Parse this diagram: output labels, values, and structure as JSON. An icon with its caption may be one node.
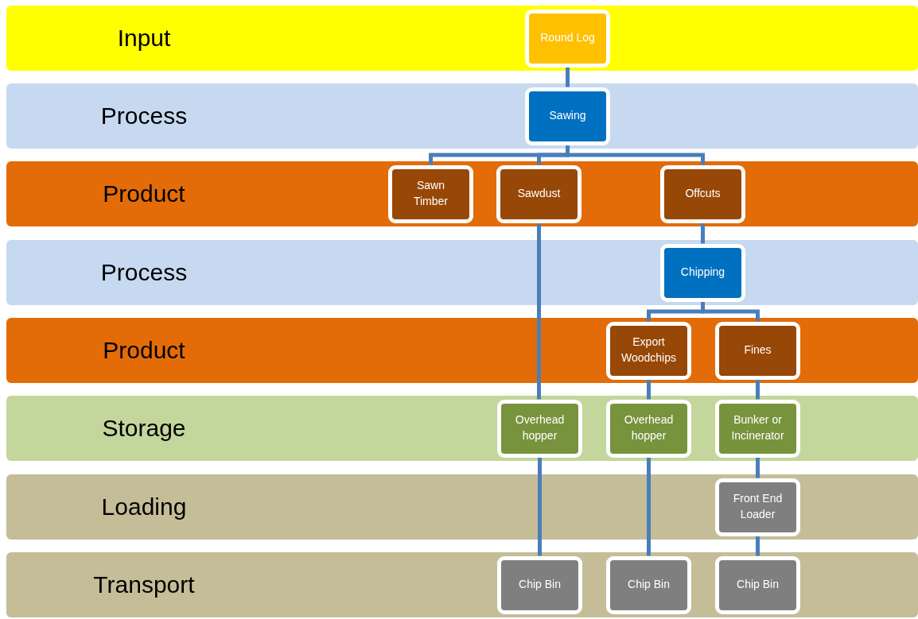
{
  "diagram": {
    "nodes": [
      {
        "text": [
          "Input"
        ]
      },
      {
        "text": [
          "Round Log"
        ],
        "in": 0
      },
      {
        "text": [
          "Process"
        ]
      },
      {
        "text": [
          "Sawing"
        ],
        "in": 2
      },
      {
        "text": [
          "Product"
        ]
      },
      {
        "text": [
          "Sawn Timber"
        ],
        "in": 4
      },
      {
        "text": [
          "Sawdust"
        ],
        "in": 4
      },
      {
        "text": [
          "Offcuts"
        ],
        "in": 4
      },
      {
        "text": [
          "Process"
        ]
      },
      {
        "text": [
          "Chipping"
        ],
        "in": 8
      },
      {
        "text": [
          "Product"
        ]
      },
      {
        "text": [
          "Export Woodchips"
        ],
        "in": 10
      },
      {
        "text": [
          "Fines"
        ],
        "in": 10
      },
      {
        "text": [
          "Storage"
        ]
      },
      {
        "text": [
          "Overhead hopper"
        ],
        "in": 13
      },
      {
        "text": [
          "Overhead hopper"
        ],
        "in": 13
      },
      {
        "text": [
          "Bunker or Incinerator"
        ],
        "in": 13
      },
      {
        "text": [
          "Loading"
        ]
      },
      {
        "text": [
          "Front End Loader"
        ],
        "in": 17
      },
      {
        "text": [
          "Transport"
        ]
      },
      {
        "text": [
          "Chip Bin"
        ],
        "in": 19
      },
      {
        "text": [
          "Chip Bin"
        ],
        "in": 19
      },
      {
        "text": [
          "Chip Bin"
        ],
        "in": 19
      }
    ],
    "edges": [
      {
        "from": 1,
        "to": 3,
        "arrow": "none"
      },
      {
        "from": 3,
        "to": 5,
        "arrow": "none"
      },
      {
        "from": 3,
        "to": 6,
        "arrow": "none"
      },
      {
        "from": 3,
        "to": 7,
        "arrow": "none"
      },
      {
        "from": 6,
        "to": 14,
        "arrow": "none"
      },
      {
        "from": 7,
        "to": 9,
        "arrow": "none"
      },
      {
        "from": 9,
        "to": 11,
        "arrow": "none"
      },
      {
        "from": 9,
        "to": 12,
        "arrow": "none"
      },
      {
        "from": 11,
        "to": 15,
        "arrow": "none"
      },
      {
        "from": 12,
        "to": 16,
        "arrow": "none"
      },
      {
        "from": 14,
        "to": 20,
        "arrow": "none"
      },
      {
        "from": 15,
        "to": 21,
        "arrow": "none"
      },
      {
        "from": 16,
        "to": 18,
        "arrow": "none"
      },
      {
        "from": 18,
        "to": 22,
        "arrow": "none"
      }
    ]
  }
}
